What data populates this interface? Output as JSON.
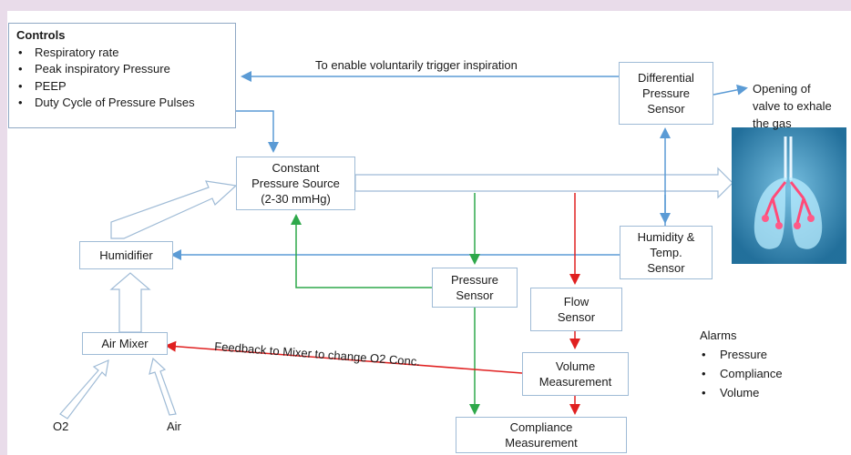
{
  "controls": {
    "title": "Controls",
    "items": [
      "Respiratory rate",
      "Peak inspiratory Pressure",
      "PEEP",
      "Duty Cycle of Pressure Pulses"
    ]
  },
  "boxes": {
    "pressure_source": [
      "Constant",
      "Pressure Source",
      "(2-30 mmHg)"
    ],
    "differential_sensor": [
      "Differential",
      "Pressure",
      "Sensor"
    ],
    "humidity_sensor": [
      "Humidity &",
      "Temp.",
      "Sensor"
    ],
    "humidifier": [
      "Humidifier"
    ],
    "pressure_sensor": [
      "Pressure",
      "Sensor"
    ],
    "flow_sensor": [
      "Flow",
      "Sensor"
    ],
    "air_mixer": [
      "Air Mixer"
    ],
    "volume_measurement": [
      "Volume",
      "Measurement"
    ],
    "compliance_measurement": [
      "Compliance",
      "Measurement"
    ]
  },
  "labels": {
    "trigger": "To enable voluntarily trigger inspiration",
    "valve": [
      "Opening of",
      "valve to exhale",
      "the gas"
    ],
    "feedback": "Feedback to Mixer to change O2 Conc.",
    "o2": "O2",
    "air": "Air"
  },
  "alarms": {
    "title": "Alarms",
    "items": [
      "Pressure",
      "Compliance",
      "Volume"
    ]
  },
  "colors": {
    "blue_arrow": "#5b9bd5",
    "green_arrow": "#2ea84a",
    "red_arrow": "#e02020",
    "box_border": "#9fbbd6",
    "background": "#e9dcea"
  }
}
